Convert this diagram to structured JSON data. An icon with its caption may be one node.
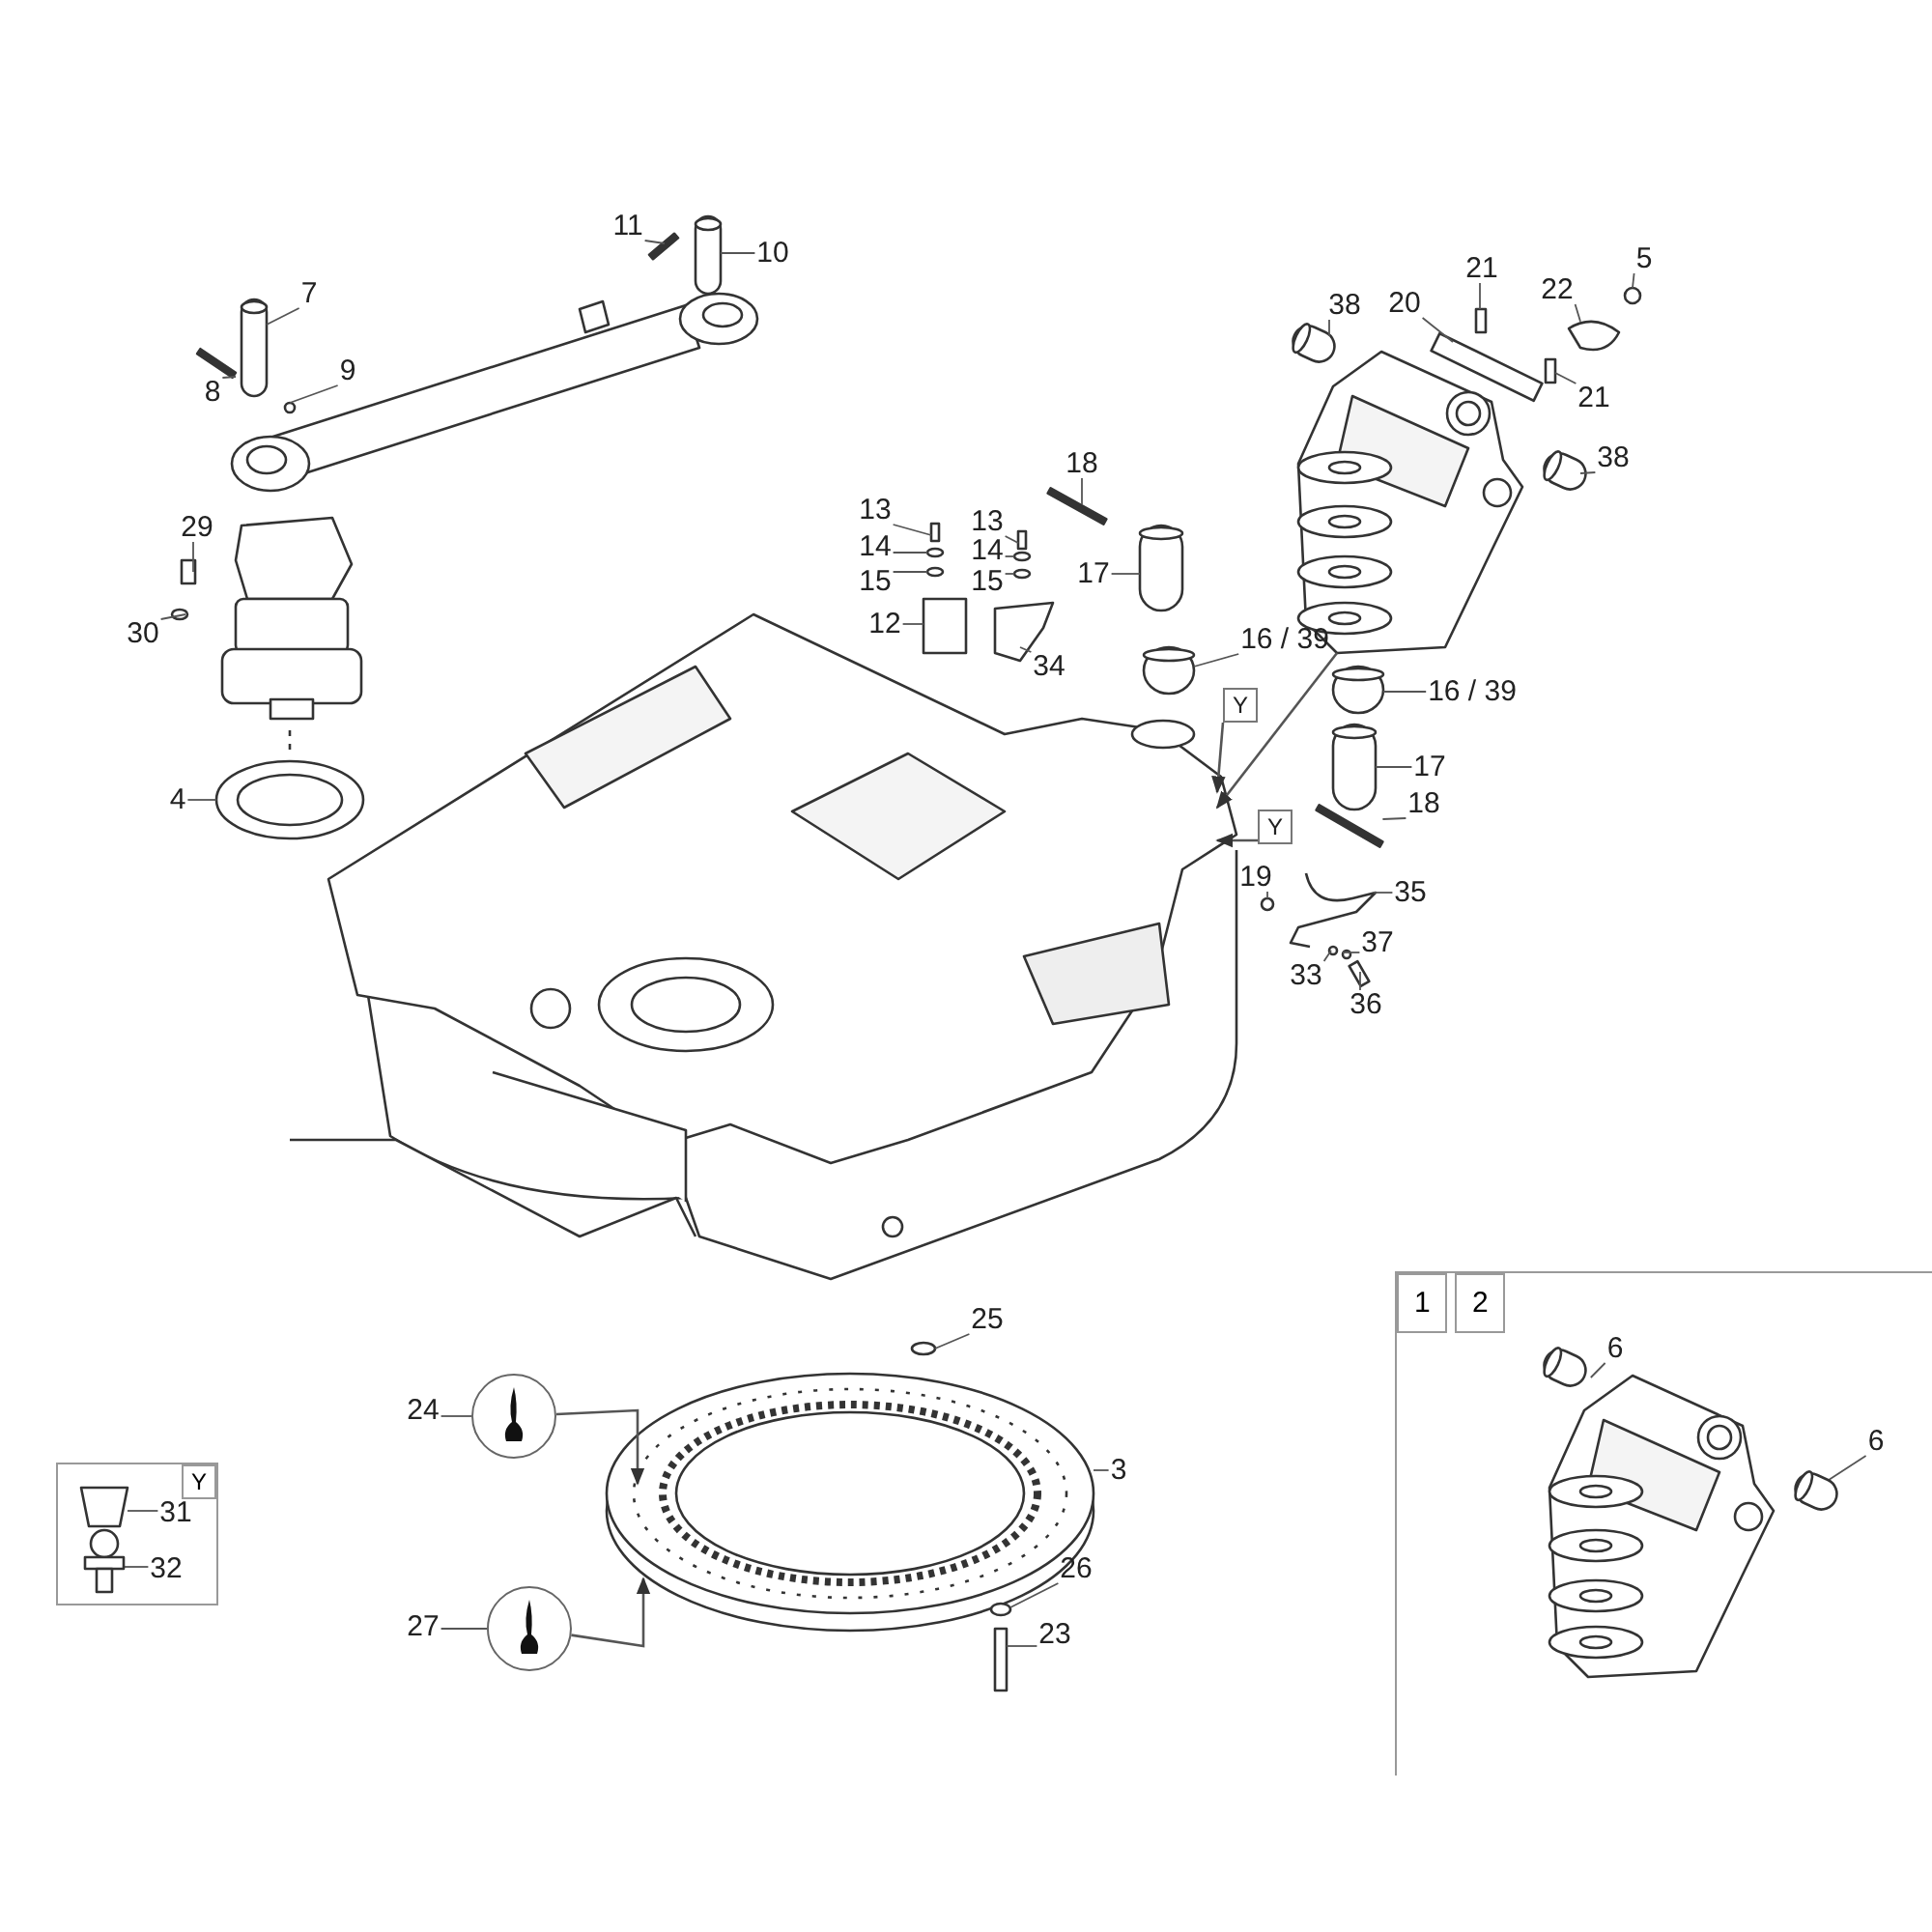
{
  "diagram": {
    "nodes": [
      {
        "text": [
          "7"
        ]
      },
      {
        "text": [
          "8"
        ]
      },
      {
        "text": [
          "9"
        ]
      },
      {
        "text": [
          "10"
        ]
      },
      {
        "text": [
          "11"
        ]
      },
      {
        "text": [
          "29"
        ]
      },
      {
        "text": [
          "30"
        ]
      },
      {
        "text": [
          "4"
        ]
      },
      {
        "text": [
          "13"
        ]
      },
      {
        "text": [
          "14"
        ]
      },
      {
        "text": [
          "15"
        ]
      },
      {
        "text": [
          "13"
        ]
      },
      {
        "text": [
          "14"
        ]
      },
      {
        "text": [
          "15"
        ]
      },
      {
        "text": [
          "12"
        ]
      },
      {
        "text": [
          "34"
        ]
      },
      {
        "text": [
          "18"
        ]
      },
      {
        "text": [
          "17"
        ]
      },
      {
        "text": [
          "16 / 39"
        ]
      },
      {
        "text": [
          "38"
        ]
      },
      {
        "text": [
          "20"
        ]
      },
      {
        "text": [
          "21"
        ]
      },
      {
        "text": [
          "22"
        ]
      },
      {
        "text": [
          "5"
        ]
      },
      {
        "text": [
          "21"
        ]
      },
      {
        "text": [
          "38"
        ]
      },
      {
        "text": [
          "16 / 39"
        ]
      },
      {
        "text": [
          "17"
        ]
      },
      {
        "text": [
          "18"
        ]
      },
      {
        "text": [
          "19"
        ]
      },
      {
        "text": [
          "35"
        ]
      },
      {
        "text": [
          "37"
        ]
      },
      {
        "text": [
          "33"
        ]
      },
      {
        "text": [
          "36"
        ]
      },
      {
        "text": [
          "Y"
        ]
      },
      {
        "text": [
          "Y"
        ]
      },
      {
        "text": [
          "25"
        ]
      },
      {
        "text": [
          "3"
        ]
      },
      {
        "text": [
          "26"
        ]
      },
      {
        "text": [
          "23"
        ]
      },
      {
        "text": [
          "24"
        ]
      },
      {
        "text": [],
        "shape": "circle"
      },
      {
        "text": [
          "27"
        ]
      },
      {
        "text": [],
        "shape": "circle"
      },
      {
        "text": [
          "Y"
        ]
      },
      {
        "text": [
          "31"
        ],
        "in": 44
      },
      {
        "text": [
          "32"
        ],
        "in": 44
      },
      {
        "text": [
          "1",
          "2"
        ]
      },
      {
        "text": [
          "6"
        ],
        "in": 47
      },
      {
        "text": [
          "6"
        ],
        "in": 47
      },
      {
        "text": [],
        "shape": "cylinder"
      },
      {
        "text": [],
        "shape": "bar"
      },
      {
        "text": [],
        "shape": "circle"
      },
      {
        "text": [],
        "shape": "cylinder"
      },
      {
        "text": [],
        "shape": "bar"
      },
      {
        "text": [],
        "shape": "bar"
      },
      {
        "text": [],
        "shape": "circle"
      },
      {
        "text": [],
        "shape": "picture"
      },
      {
        "text": [],
        "shape": "bar"
      },
      {
        "text": [],
        "shape": "circle"
      },
      {
        "text": [],
        "shape": "circle"
      },
      {
        "text": [],
        "shape": "bar"
      },
      {
        "text": [],
        "shape": "circle"
      },
      {
        "text": [],
        "shape": "circle"
      },
      {
        "text": [],
        "shape": "box"
      },
      {
        "text": [],
        "shape": "picture"
      },
      {
        "text": [],
        "shape": "bar"
      },
      {
        "text": [],
        "shape": "cylinder"
      },
      {
        "text": [],
        "shape": "cylinder"
      },
      {
        "text": [],
        "shape": "cylinder"
      },
      {
        "text": [],
        "shape": "bar"
      },
      {
        "text": [],
        "shape": "bar"
      },
      {
        "text": [],
        "shape": "picture"
      },
      {
        "text": [],
        "shape": "circle"
      },
      {
        "text": [],
        "shape": "bar"
      },
      {
        "text": [],
        "shape": "cylinder"
      },
      {
        "text": [],
        "shape": "cylinder"
      },
      {
        "text": [],
        "shape": "cylinder"
      },
      {
        "text": [],
        "shape": "bar"
      },
      {
        "text": [],
        "shape": "circle"
      },
      {
        "text": [],
        "shape": "picture"
      },
      {
        "text": [],
        "shape": "circle"
      },
      {
        "text": [],
        "shape": "circle"
      },
      {
        "text": [],
        "shape": "bar"
      },
      {
        "text": [],
        "shape": "picture"
      },
      {
        "text": [],
        "shape": "circle"
      },
      {
        "text": [],
        "shape": "picture"
      },
      {
        "text": [],
        "shape": "circle"
      },
      {
        "text": [],
        "shape": "bar"
      },
      {
        "text": [],
        "shape": "picture",
        "in": 44
      },
      {
        "text": [],
        "shape": "picture",
        "in": 44
      },
      {
        "text": [],
        "shape": "cylinder",
        "in": 47
      },
      {
        "text": [],
        "shape": "cylinder",
        "in": 47
      },
      {
        "text": [],
        "shape": "picture"
      }
    ],
    "edges": [
      {
        "from": 0,
        "to": 50,
        "arrow": "none"
      },
      {
        "from": 1,
        "to": 51,
        "arrow": "none"
      },
      {
        "from": 2,
        "to": 52,
        "arrow": "none"
      },
      {
        "from": 3,
        "to": 53,
        "arrow": "none"
      },
      {
        "from": 4,
        "to": 54,
        "arrow": "none"
      },
      {
        "from": 5,
        "to": 55,
        "arrow": "none"
      },
      {
        "from": 6,
        "to": 56,
        "arrow": "none"
      },
      {
        "from": 7,
        "to": 57,
        "arrow": "none"
      },
      {
        "from": 8,
        "to": 58,
        "arrow": "none"
      },
      {
        "from": 9,
        "to": 59,
        "arrow": "none"
      },
      {
        "from": 10,
        "to": 60,
        "arrow": "none"
      },
      {
        "from": 11,
        "to": 61,
        "arrow": "none"
      },
      {
        "from": 12,
        "to": 62,
        "arrow": "none"
      },
      {
        "from": 13,
        "to": 63,
        "arrow": "none"
      },
      {
        "from": 14,
        "to": 64,
        "arrow": "none"
      },
      {
        "from": 15,
        "to": 65,
        "arrow": "none"
      },
      {
        "from": 16,
        "to": 66,
        "arrow": "none"
      },
      {
        "from": 17,
        "to": 67,
        "arrow": "none"
      },
      {
        "from": 18,
        "to": 68,
        "arrow": "none"
      },
      {
        "from": 19,
        "to": 69,
        "arrow": "none"
      },
      {
        "from": 20,
        "to": 70,
        "arrow": "none"
      },
      {
        "from": 21,
        "to": 71,
        "arrow": "none"
      },
      {
        "from": 22,
        "to": 72,
        "arrow": "none"
      },
      {
        "from": 23,
        "to": 73,
        "arrow": "none"
      },
      {
        "from": 24,
        "to": 74,
        "arrow": "none"
      },
      {
        "from": 25,
        "to": 75,
        "arrow": "none"
      },
      {
        "from": 26,
        "to": 76,
        "arrow": "none"
      },
      {
        "from": 27,
        "to": 77,
        "arrow": "none"
      },
      {
        "from": 28,
        "to": 78,
        "arrow": "none"
      },
      {
        "from": 29,
        "to": 79,
        "arrow": "none"
      },
      {
        "from": 30,
        "to": 80,
        "arrow": "none"
      },
      {
        "from": 31,
        "to": 81,
        "arrow": "none"
      },
      {
        "from": 32,
        "to": 82,
        "arrow": "none"
      },
      {
        "from": 33,
        "to": 83,
        "arrow": "none"
      },
      {
        "from": 34,
        "to": 84,
        "arrow": "to"
      },
      {
        "from": 35,
        "to": 84,
        "arrow": "to"
      },
      {
        "from": 36,
        "to": 85,
        "arrow": "none"
      },
      {
        "from": 37,
        "to": 86,
        "arrow": "none"
      },
      {
        "from": 38,
        "to": 87,
        "arrow": "none"
      },
      {
        "from": 39,
        "to": 88,
        "arrow": "none"
      },
      {
        "from": 40,
        "to": 41,
        "arrow": "none"
      },
      {
        "from": 41,
        "to": 86,
        "arrow": "to"
      },
      {
        "from": 42,
        "to": 43,
        "arrow": "none"
      },
      {
        "from": 43,
        "to": 86,
        "arrow": "to"
      },
      {
        "from": 45,
        "to": 89,
        "arrow": "none"
      },
      {
        "from": 46,
        "to": 90,
        "arrow": "none"
      },
      {
        "from": 48,
        "to": 91,
        "arrow": "none"
      },
      {
        "from": 49,
        "to": 92,
        "arrow": "none"
      },
      {
        "from": 93,
        "to": 84,
        "arrow": "to"
      }
    ]
  }
}
